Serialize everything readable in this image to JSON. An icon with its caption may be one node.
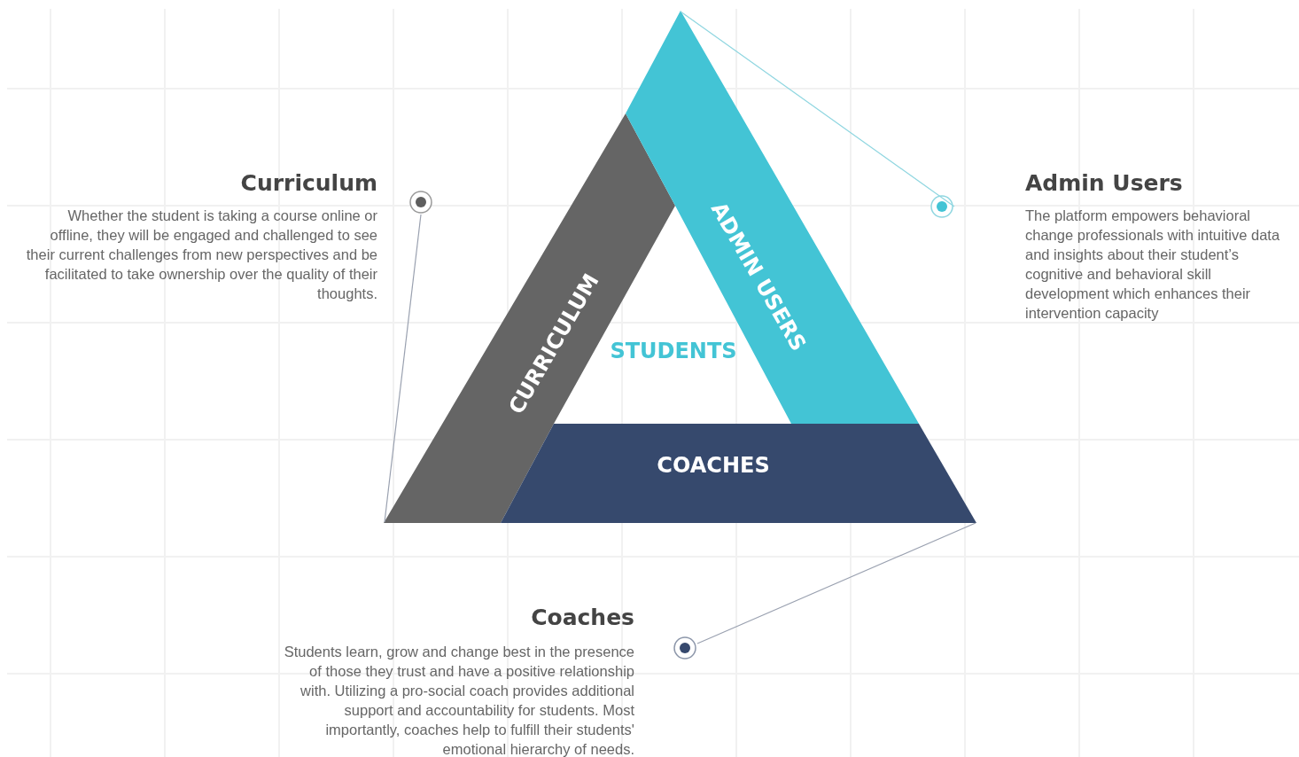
{
  "diagram": {
    "nodes": [
      {
        "text": [
          "CURRICULUM"
        ]
      },
      {
        "text": [
          "ADMIN USERS"
        ]
      },
      {
        "text": [
          "COACHES"
        ]
      },
      {
        "text": [
          "Curriculum",
          "Whether the student is taking a course online or offline, they will be engaged and challenged to see their current challenges from new perspectives and be facilitated to take ownership over the quality of their thoughts."
        ]
      },
      {
        "text": [
          "Admin Users",
          "The platform empowers behavioral change professionals with intuitive data and insights about their student’s cognitive and behavioral skill development which enhances their intervention capacity"
        ]
      },
      {
        "text": [
          "Coaches",
          "Students learn, grow and change best in the presence of those they trust and have a positive relationship with. Utilizing a pro-social coach provides additional support and accountability for students. Most importantly, coaches help to fulfill their students' emotional hierarchy of needs."
        ]
      }
    ],
    "edges": [
      {
        "from": 3,
        "to": 0,
        "arrow": "none"
      },
      {
        "from": 4,
        "to": 1,
        "arrow": "none",
        "color": "#8fd6e0"
      },
      {
        "from": 5,
        "to": 2,
        "arrow": "none"
      }
    ],
    "labels": [
      "STUDENTS"
    ]
  }
}
